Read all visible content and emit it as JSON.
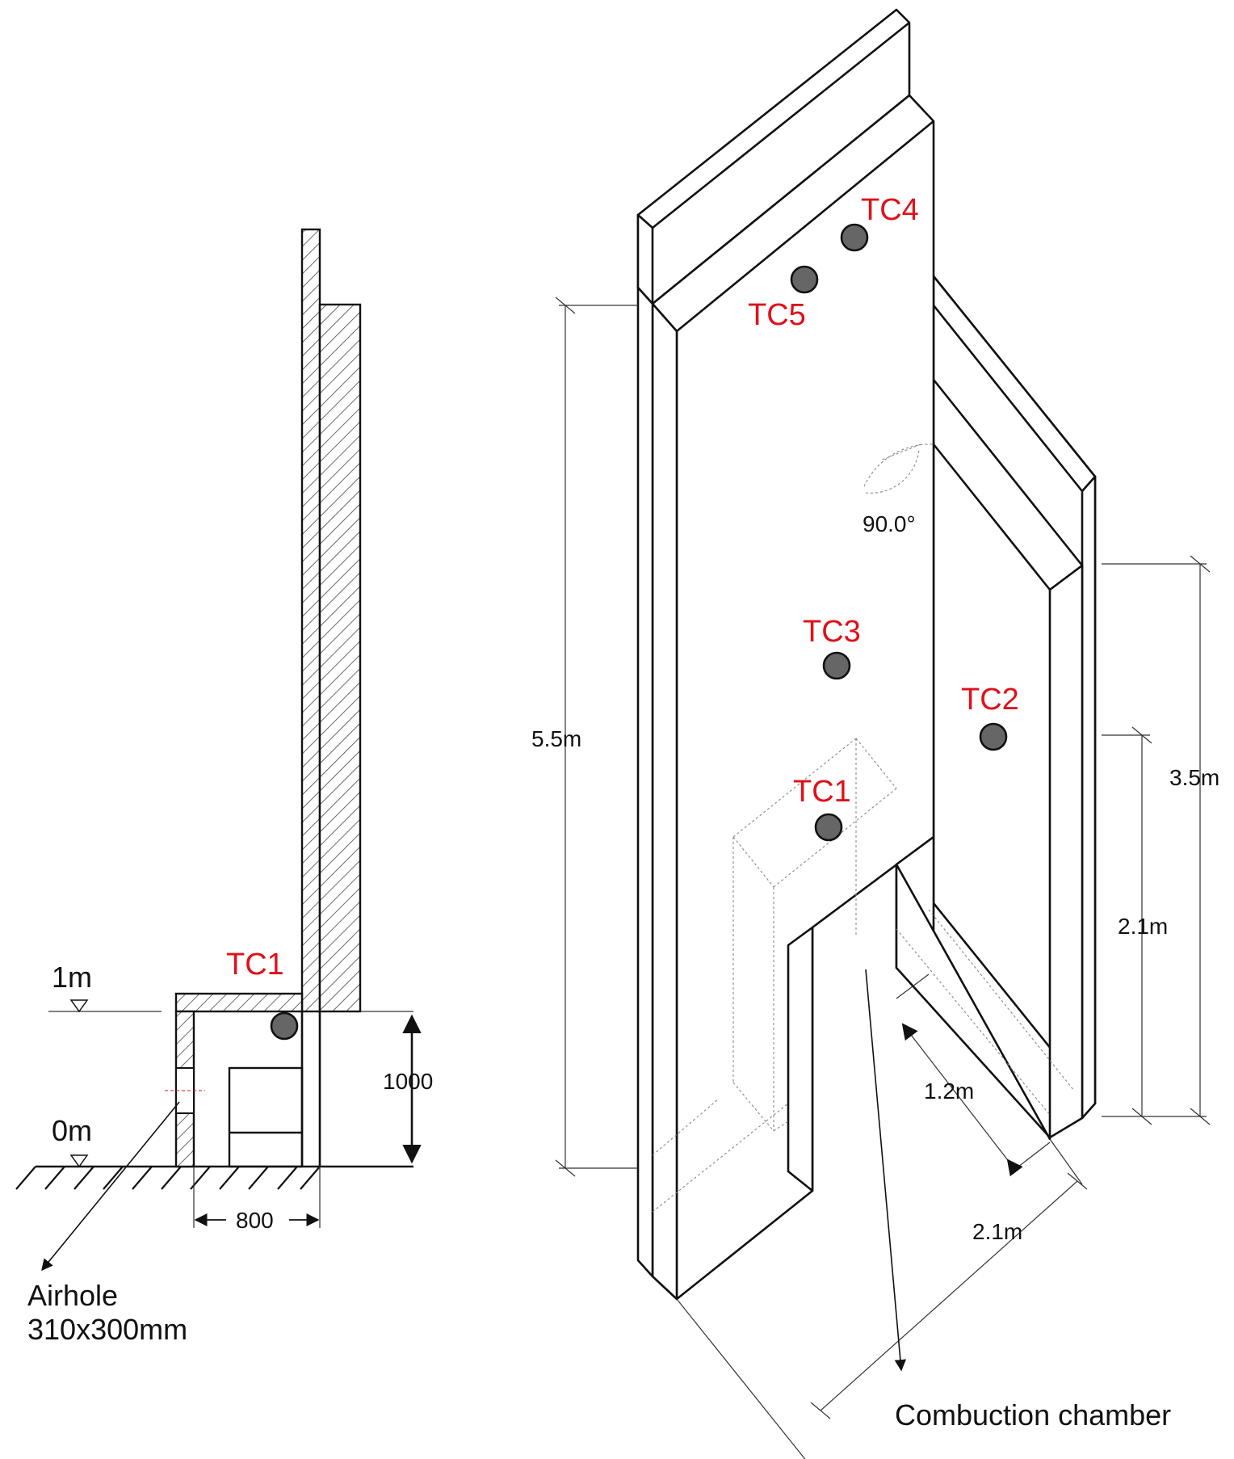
{
  "section_view": {
    "level_labels": {
      "top": "1m",
      "ground": "0m"
    },
    "dimensions": {
      "height": "1000",
      "width": "800"
    },
    "sensor_label": "TC1",
    "airhole_label": [
      "Airhole",
      "310x300mm"
    ]
  },
  "iso_view": {
    "sensor_labels": {
      "tc1": "TC1",
      "tc2": "TC2",
      "tc3": "TC3",
      "tc4": "TC4",
      "tc5": "TC5"
    },
    "dimensions": {
      "total_height": "5.5m",
      "side_height": "3.5m",
      "chamber_height": "2.1m",
      "opening_width": "1.2m",
      "base_width": "2.1m"
    },
    "angle_label": "90.0°",
    "chamber_label": "Combuction chamber"
  }
}
